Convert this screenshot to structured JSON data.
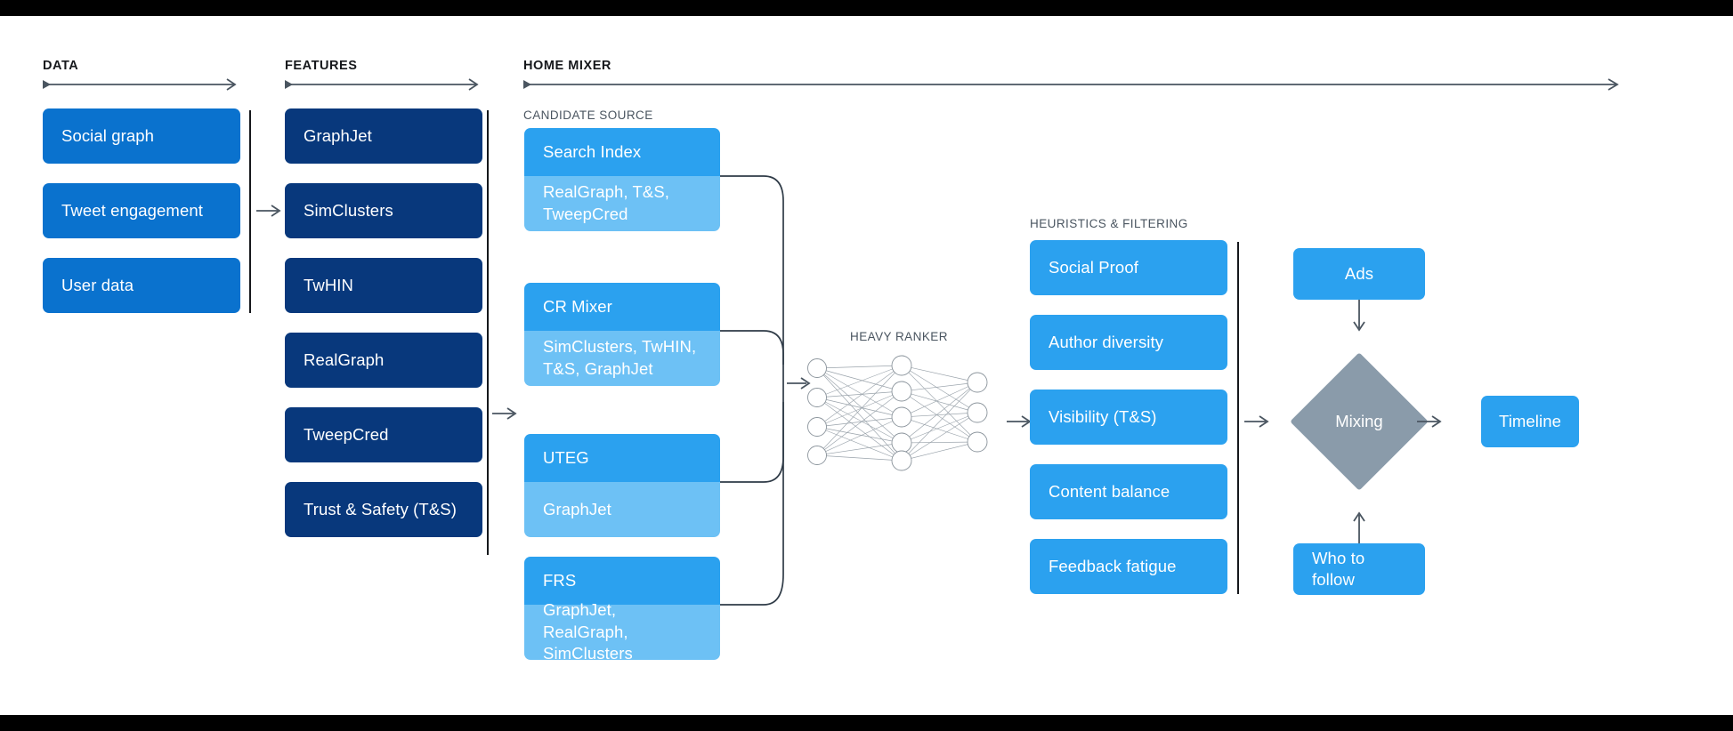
{
  "theme": {
    "background": "#ffffff",
    "letterbox": "#000000",
    "data_card": "#0a72ce",
    "feature_card": "#08387c",
    "candidate_head": "#2ba1ef",
    "candidate_body": "#6dc1f5",
    "heuristic_card": "#2ba1ef",
    "output_card": "#2ba1ef",
    "mixing_diamond": "#8a9baa",
    "connector": "#4a5560",
    "divider": "#16181c",
    "header_text": "#16181c",
    "sub_header_text": "#4a5560"
  },
  "sections": {
    "data": {
      "title": "DATA"
    },
    "features": {
      "title": "FEATURES"
    },
    "home_mixer": {
      "title": "HOME MIXER"
    },
    "candidate_source": {
      "title": "CANDIDATE SOURCE"
    },
    "heavy_ranker": {
      "title": "HEAVY RANKER"
    },
    "heuristics": {
      "title": "HEURISTICS & FILTERING"
    }
  },
  "data_items": [
    {
      "label": "Social graph"
    },
    {
      "label": "Tweet engagement"
    },
    {
      "label": "User data"
    }
  ],
  "feature_items": [
    {
      "label": "GraphJet"
    },
    {
      "label": "SimClusters"
    },
    {
      "label": "TwHIN"
    },
    {
      "label": "RealGraph"
    },
    {
      "label": "TweepCred"
    },
    {
      "label": "Trust & Safety (T&S)"
    }
  ],
  "candidate_sources": [
    {
      "name": "Search Index",
      "features": "RealGraph, T&S,\nTweepCred"
    },
    {
      "name": "CR Mixer",
      "features": "SimClusters, TwHIN,\nT&S, GraphJet"
    },
    {
      "name": "UTEG",
      "features": "GraphJet"
    },
    {
      "name": "FRS",
      "features": "GraphJet, RealGraph,\nSimClusters"
    }
  ],
  "heavy_ranker": {
    "caption": "HEAVY RANKER",
    "layers": [
      4,
      5,
      3
    ]
  },
  "heuristic_items": [
    {
      "label": "Social Proof"
    },
    {
      "label": "Author diversity"
    },
    {
      "label": "Visibility (T&S)"
    },
    {
      "label": "Content balance"
    },
    {
      "label": "Feedback fatigue"
    }
  ],
  "mixing": {
    "label": "Mixing",
    "ads": "Ads",
    "who_to_follow": "Who to follow",
    "timeline": "Timeline"
  }
}
